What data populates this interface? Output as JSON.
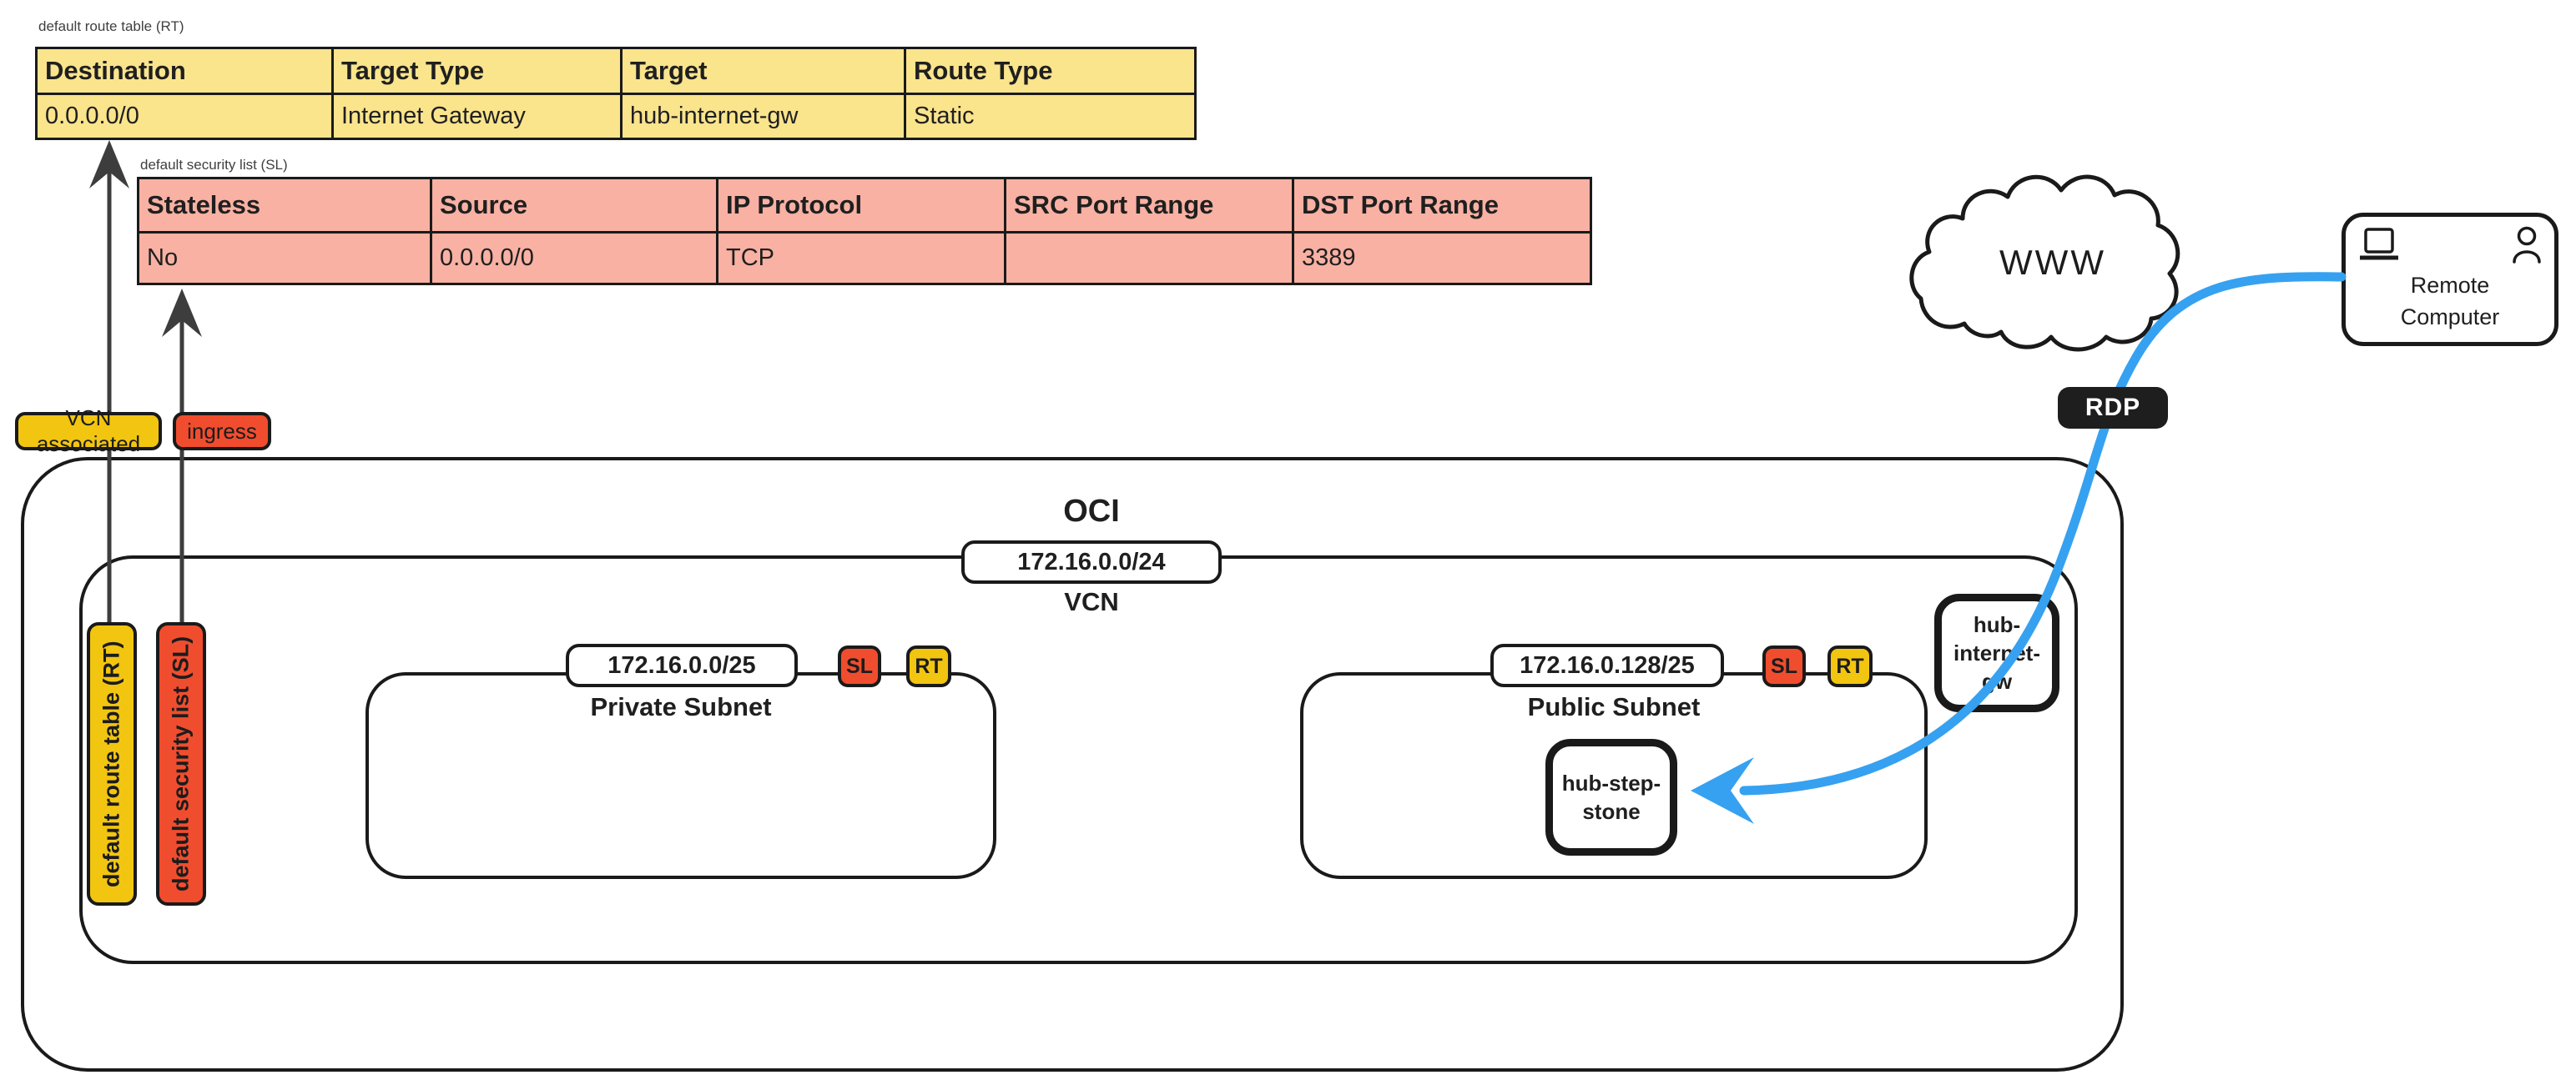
{
  "route_table": {
    "label": "default route table (RT)",
    "headers": [
      "Destination",
      "Target Type",
      "Target",
      "Route Type"
    ],
    "rows": [
      [
        "0.0.0.0/0",
        "Internet Gateway",
        "hub-internet-gw",
        "Static"
      ]
    ]
  },
  "security_list": {
    "label": "default security list (SL)",
    "headers": [
      "Stateless",
      "Source",
      "IP Protocol",
      "SRC Port Range",
      "DST Port Range"
    ],
    "rows": [
      [
        "No",
        "0.0.0.0/0",
        "TCP",
        "",
        "3389"
      ]
    ]
  },
  "legend": {
    "vcn_associated": "VCN associated",
    "ingress": "ingress"
  },
  "vertical_labels": {
    "route_table": "default route table (RT)",
    "security_list": "default security list (SL)"
  },
  "badges": {
    "sl": "SL",
    "rt": "RT",
    "rdp": "RDP"
  },
  "oci": {
    "label": "OCI"
  },
  "vcn": {
    "label": "VCN",
    "cidr": "172.16.0.0/24"
  },
  "private_subnet": {
    "label": "Private Subnet",
    "cidr": "172.16.0.0/25"
  },
  "public_subnet": {
    "label": "Public Subnet",
    "cidr": "172.16.0.128/25"
  },
  "cloud": {
    "label": "WWW"
  },
  "nodes": {
    "hub_step_stone": "hub-step-stone",
    "hub_internet_gw": "hub-internet-gw",
    "remote_computer": "Remote Computer"
  },
  "icons": {
    "laptop": "laptop-icon",
    "user": "user-icon",
    "cloud": "cloud-shape"
  },
  "colors": {
    "table_yellow": "#FAE48C",
    "table_salmon": "#F8B1A3",
    "gold": "#F2C511",
    "red": "#F04D2E",
    "blue": "#36A1F0",
    "ink": "#1A1A1A",
    "arrow_gray": "#3D3D3D",
    "rdp_bg": "#1E1E1E"
  }
}
